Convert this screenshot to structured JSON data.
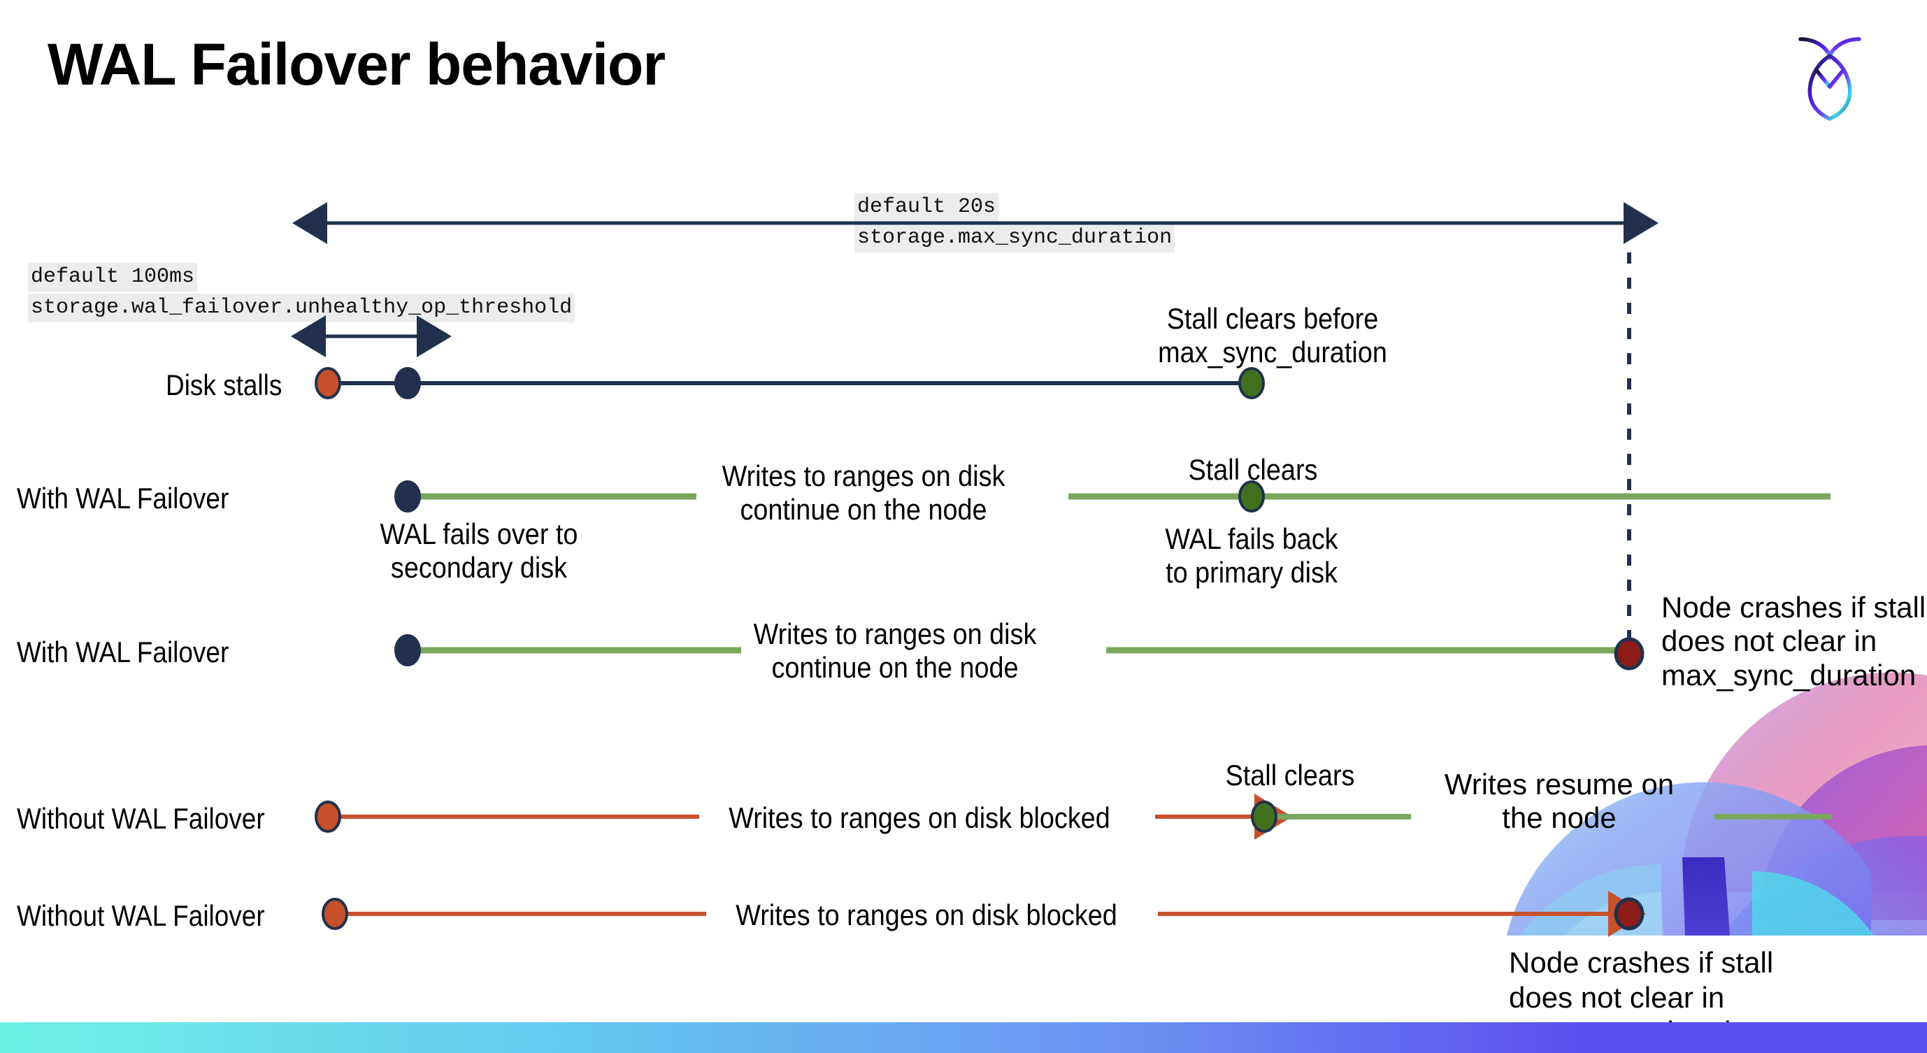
{
  "slide": {
    "title": "WAL Failover behavior",
    "logo_name": "cockroachdb-logo"
  },
  "annotations": {
    "max_sync_default": "default 20s",
    "max_sync_setting": "storage.max_sync_duration",
    "unhealthy_default": "default 100ms",
    "unhealthy_setting": "storage.wal_failover.unhealthy_op_threshold"
  },
  "rows": [
    {
      "label": "Disk stalls",
      "notes": [
        "Stall clears before\nmax_sync_duration"
      ]
    },
    {
      "label": "With WAL Failover",
      "notes": [
        "WAL fails over to\nsecondary disk",
        "Writes to ranges on disk\ncontinue on the node",
        "Stall clears",
        "WAL fails  back\nto primary disk"
      ]
    },
    {
      "label": "With WAL Failover",
      "notes": [
        "Writes to ranges on disk\ncontinue on the node",
        "Node crashes if stall\ndoes not clear in\nmax_sync_duration"
      ]
    },
    {
      "label": "Without WAL Failover",
      "notes": [
        "Writes to ranges on disk  blocked",
        "Stall clears",
        "Writes resume on\nthe node"
      ]
    },
    {
      "label": "Without WAL Failover",
      "notes": [
        "Writes to ranges on disk  blocked",
        "Node crashes if stall\ndoes not clear in\nmax_sync_duration"
      ]
    }
  ],
  "colors": {
    "navy": "#21314d",
    "green_line": "#7aa75d",
    "green_dot": "#43701f",
    "orange": "#c6512c",
    "dark_red": "#8c1d18",
    "code_bg": "#ececec"
  }
}
